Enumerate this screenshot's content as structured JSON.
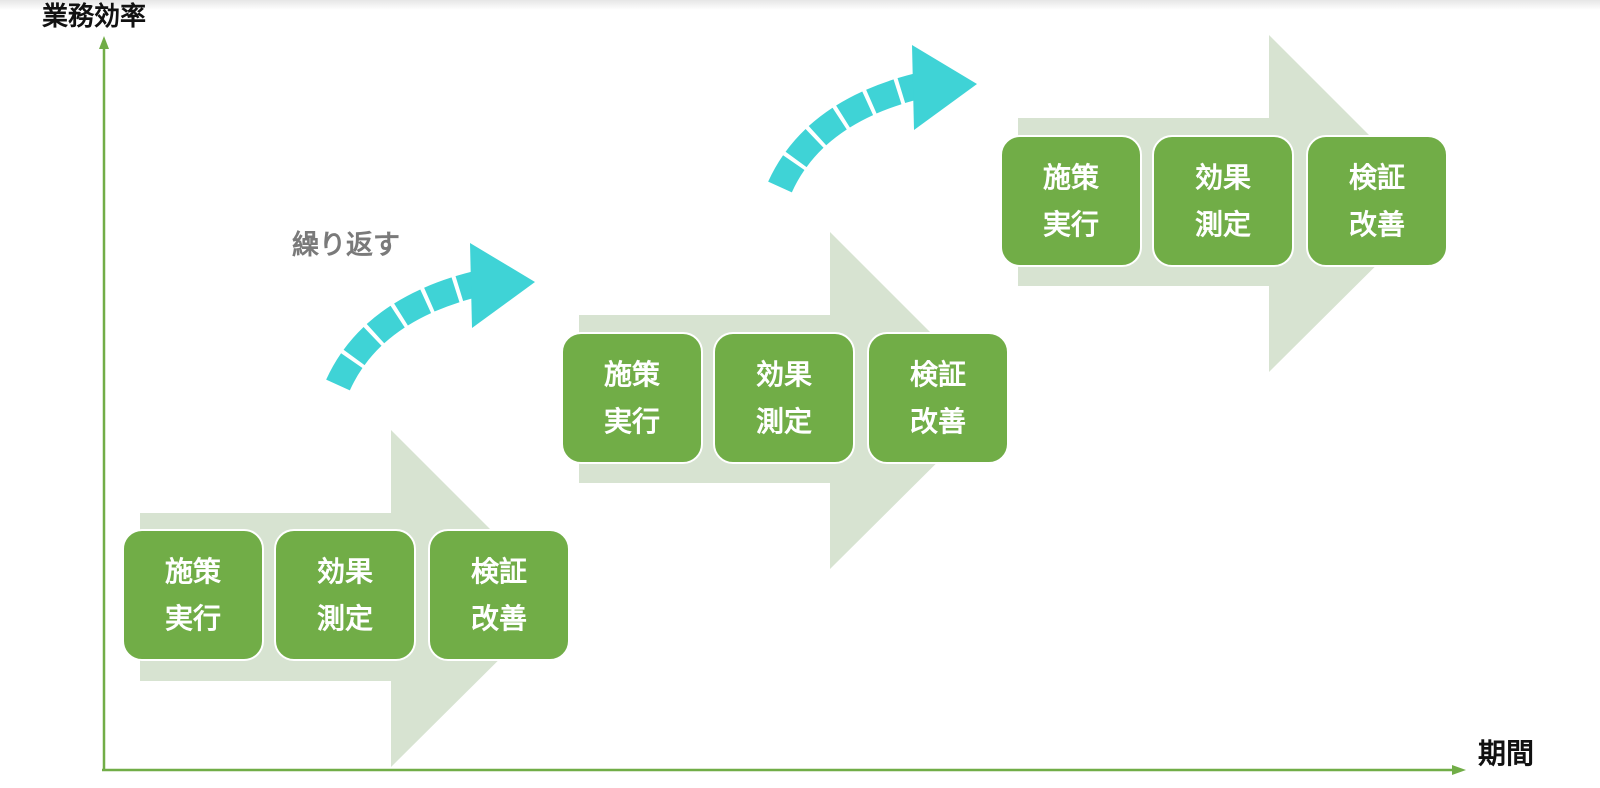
{
  "axes": {
    "y_label": "業務効率",
    "x_label": "期間"
  },
  "repeat_label": "繰り返す",
  "stages": [
    {
      "steps": [
        [
          "施策",
          "実行"
        ],
        [
          "効果",
          "測定"
        ],
        [
          "検証",
          "改善"
        ]
      ]
    },
    {
      "steps": [
        [
          "施策",
          "実行"
        ],
        [
          "効果",
          "測定"
        ],
        [
          "検証",
          "改善"
        ]
      ]
    },
    {
      "steps": [
        [
          "施策",
          "実行"
        ],
        [
          "効果",
          "測定"
        ],
        [
          "検証",
          "改善"
        ]
      ]
    }
  ],
  "colors": {
    "axis": "#71ad47",
    "step_box": "#71ad47",
    "step_text": "#ffffff",
    "big_arrow": "#d7e3d1",
    "curved_arrow": "#3fd3d6",
    "repeat_text": "#7a7a7a"
  }
}
